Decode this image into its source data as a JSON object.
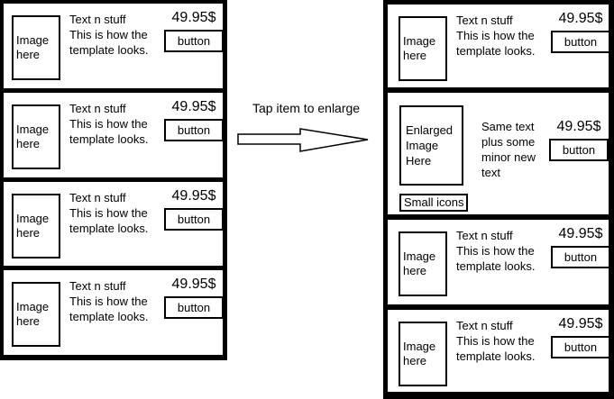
{
  "colors": {
    "border": "#000000",
    "background": "#ffffff"
  },
  "middle": {
    "caption": "Tap item to enlarge"
  },
  "left_panel": {
    "cards": [
      {
        "image_label": "Image here",
        "line1": "Text n stuff",
        "line2": "This is how the",
        "line3": "template looks.",
        "price": "49.95$",
        "button_label": "button"
      },
      {
        "image_label": "Image here",
        "line1": "Text n stuff",
        "line2": "This is how the",
        "line3": "template looks.",
        "price": "49.95$",
        "button_label": "button"
      },
      {
        "image_label": "Image here",
        "line1": "Text n stuff",
        "line2": "This is how the",
        "line3": "template looks.",
        "price": "49.95$",
        "button_label": "button"
      },
      {
        "image_label": "Image here",
        "line1": "Text n stuff",
        "line2": "This is how the",
        "line3": "template looks.",
        "price": "49.95$",
        "button_label": "button"
      }
    ]
  },
  "right_panel": {
    "cards": [
      {
        "image_label": "Image here",
        "line1": "Text n stuff",
        "line2": "This is how the",
        "line3": "template looks.",
        "price": "49.95$",
        "button_label": "button"
      },
      {
        "image_label": "Enlarged Image Here",
        "line1": "Same text",
        "line2": "plus some",
        "line3": "minor new",
        "line4": "text",
        "price": "49.95$",
        "button_label": "button",
        "icons_label": "Small icons"
      },
      {
        "image_label": "Image here",
        "line1": "Text n stuff",
        "line2": "This is how the",
        "line3": "template looks.",
        "price": "49.95$",
        "button_label": "button"
      },
      {
        "image_label": "Image here",
        "line1": "Text n stuff",
        "line2": "This is how the",
        "line3": "template looks.",
        "price": "49.95$",
        "button_label": "button"
      }
    ]
  }
}
